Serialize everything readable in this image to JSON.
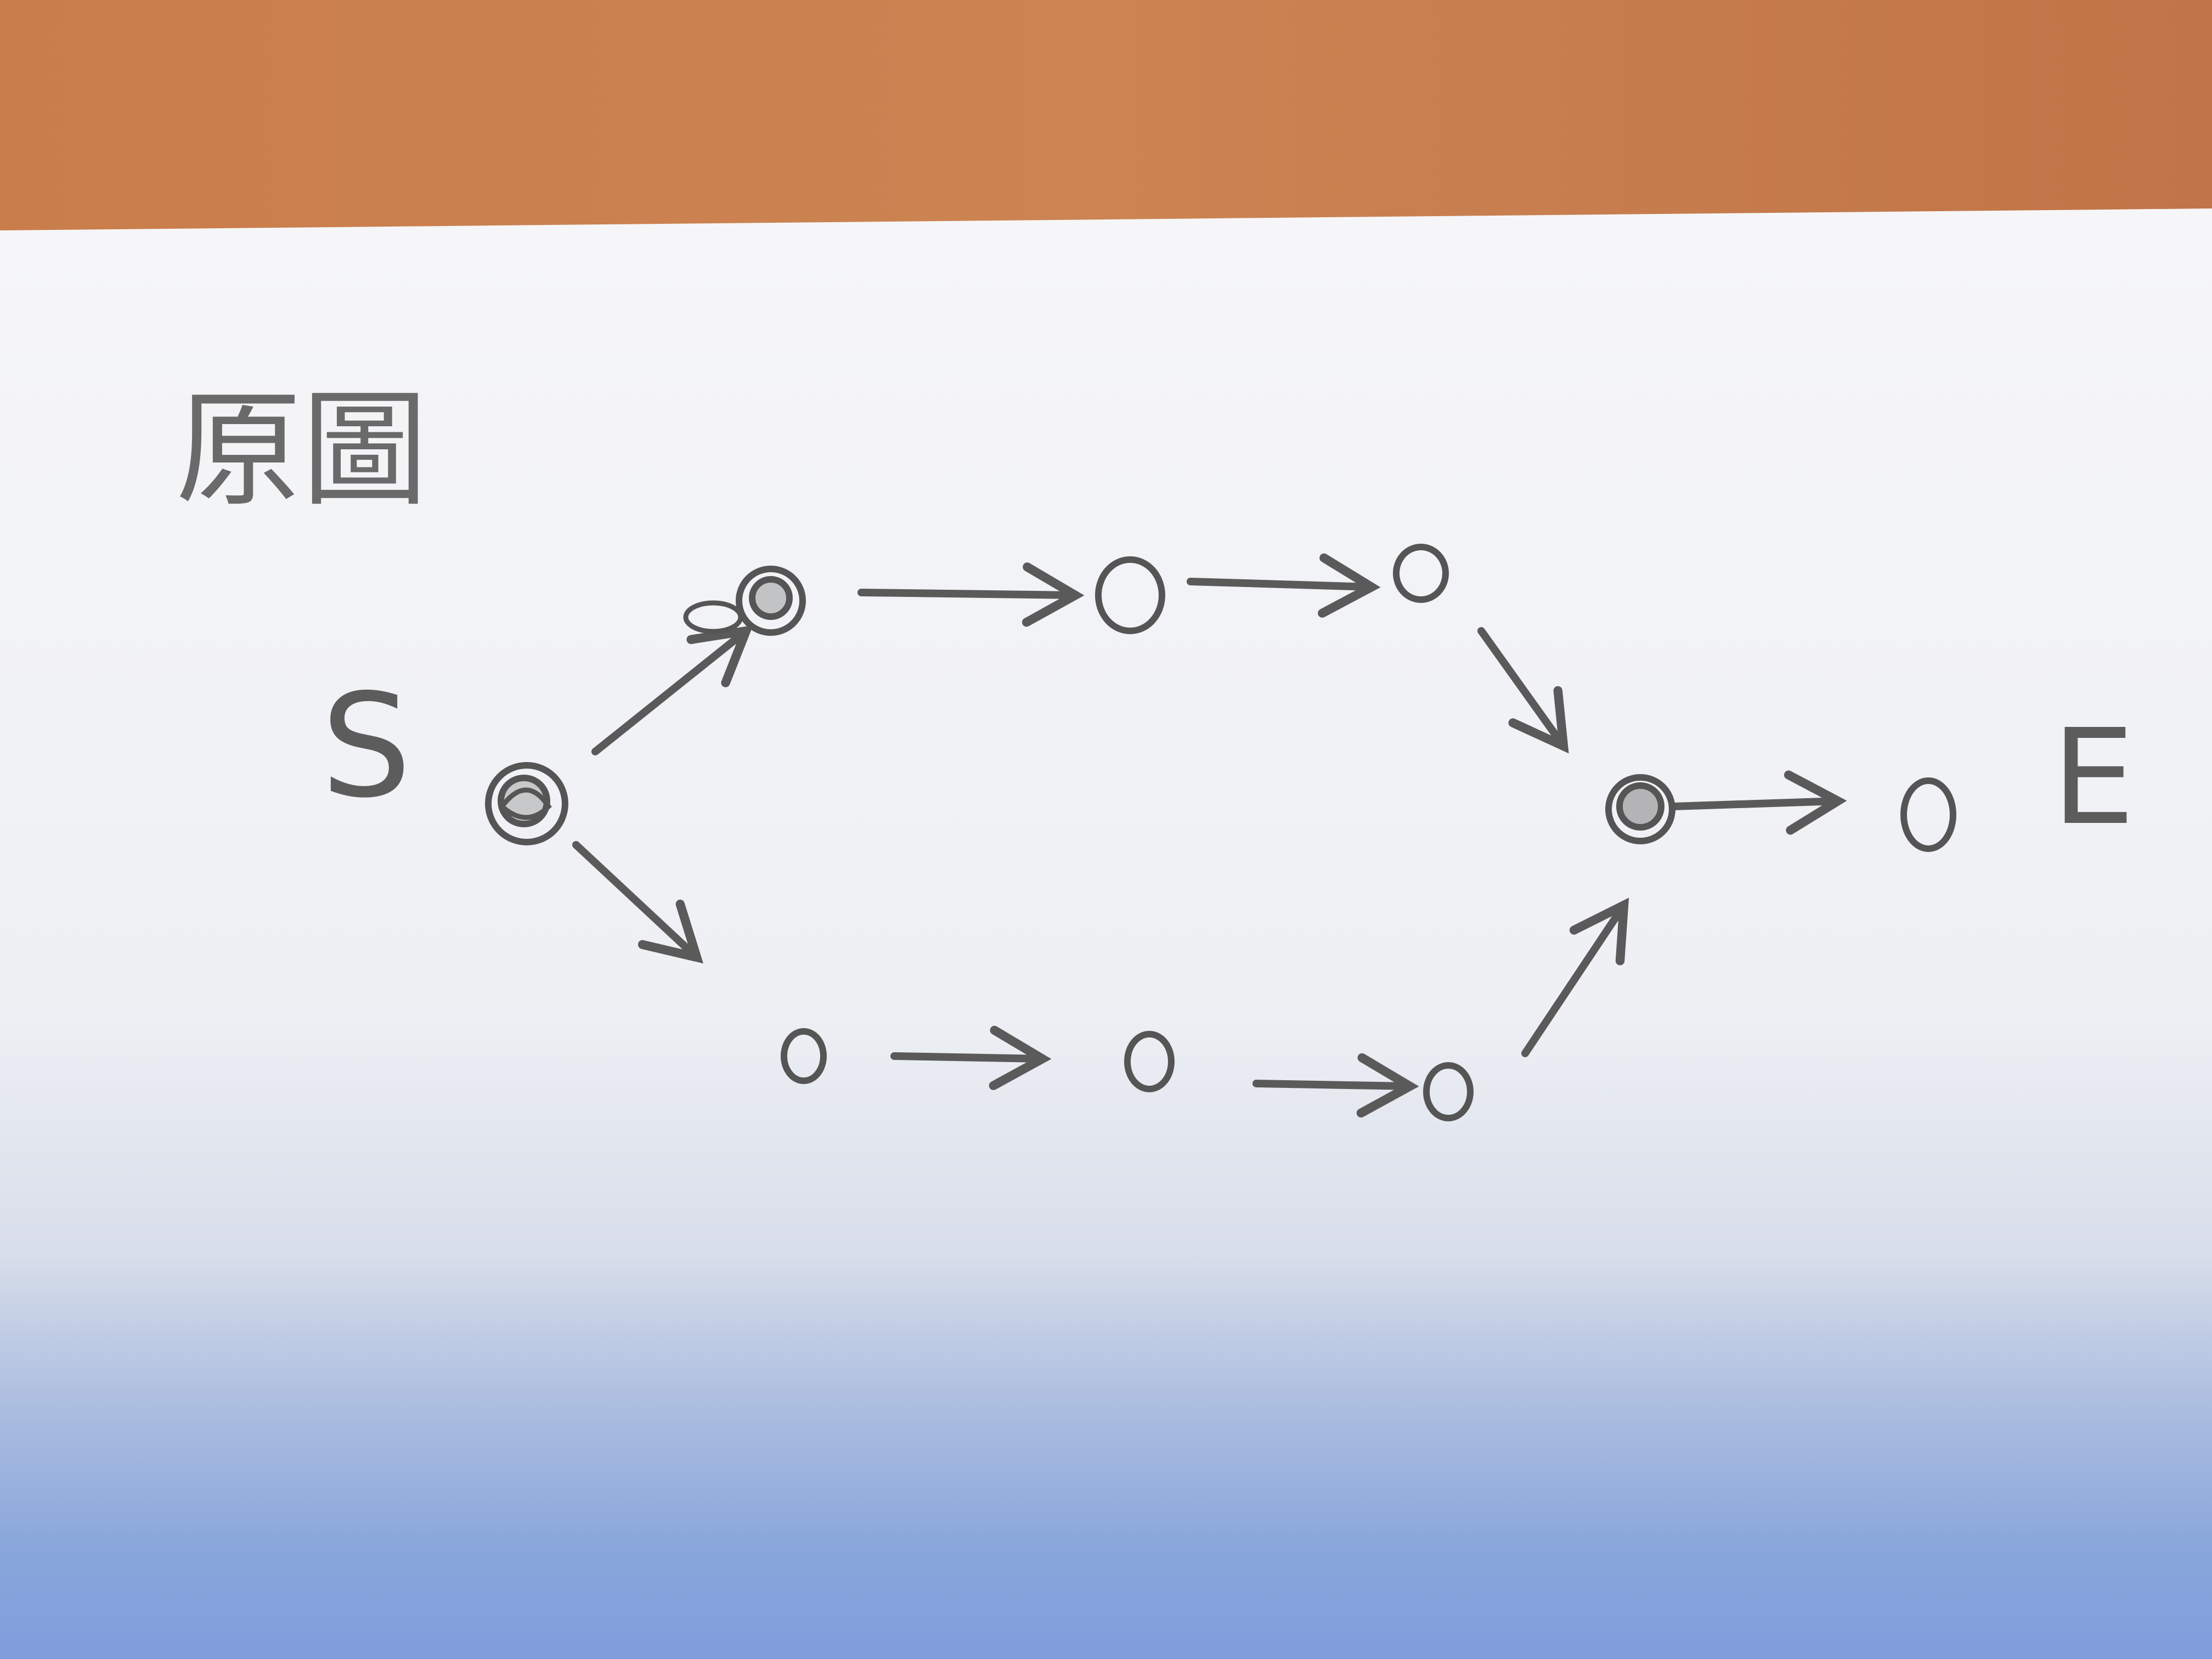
{
  "title": "原圖",
  "start_label": "S",
  "end_label": "E",
  "colors": {
    "desk": "#c77c4a",
    "paper": "#f4f5f7",
    "pencil": "#5a5a5a",
    "shadow": "#7f9bd4"
  },
  "nodes": [
    {
      "id": "s",
      "marked": true
    },
    {
      "id": "u1",
      "marked": true
    },
    {
      "id": "u2",
      "marked": false
    },
    {
      "id": "u3",
      "marked": false
    },
    {
      "id": "m",
      "marked": true
    },
    {
      "id": "l1",
      "marked": false
    },
    {
      "id": "l2",
      "marked": false
    },
    {
      "id": "l3",
      "marked": false
    },
    {
      "id": "e",
      "marked": false
    }
  ],
  "edges": [
    {
      "from": "s",
      "to": "u1"
    },
    {
      "from": "u1",
      "to": "u2"
    },
    {
      "from": "u2",
      "to": "u3"
    },
    {
      "from": "u3",
      "to": "m"
    },
    {
      "from": "s",
      "to": "l1"
    },
    {
      "from": "l1",
      "to": "l2"
    },
    {
      "from": "l2",
      "to": "l3"
    },
    {
      "from": "l3",
      "to": "m"
    },
    {
      "from": "m",
      "to": "e"
    }
  ]
}
